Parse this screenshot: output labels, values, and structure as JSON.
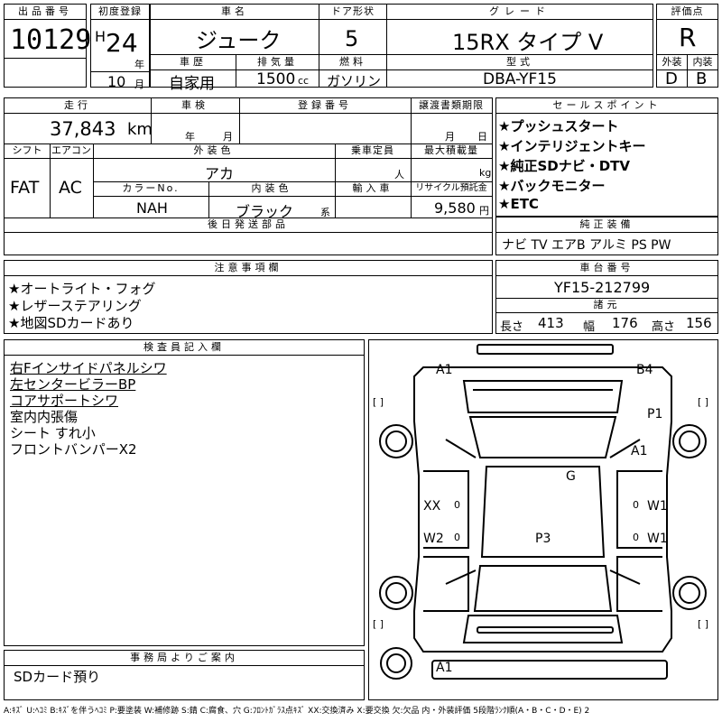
{
  "header": {
    "lot_no_label": "出品番号",
    "lot_no": "10129",
    "first_reg_label": "初度登録",
    "era": "H",
    "year": "24",
    "year_unit": "年",
    "month": "10",
    "month_unit": "月",
    "car_name_label": "車名",
    "car_name": "ジューク",
    "door_label": "ドア形状",
    "doors": "5",
    "grade_label": "グレード",
    "grade": "15RX タイプ V",
    "score_label": "評価点",
    "score": "R",
    "history_label": "車歴",
    "history": "自家用",
    "displacement_label": "排気量",
    "displacement": "1500",
    "displacement_unit": "cc",
    "fuel_label": "燃料",
    "fuel": "ガソリン",
    "model_label": "型式",
    "model": "DBA-YF15",
    "exterior_label": "外装",
    "exterior": "D",
    "interior_label": "内装",
    "interior": "B"
  },
  "second": {
    "mileage_label": "走行",
    "mileage": "37,843",
    "mileage_unit": "km",
    "inspection_label": "車検",
    "inspection_year_unit": "年",
    "inspection_month_unit": "月",
    "reg_no_label": "登録番号",
    "transfer_label": "譲渡書類期限",
    "transfer_month_unit": "月",
    "transfer_day_unit": "日",
    "shift_label": "シフト",
    "shift": "FAT",
    "ac_label": "エアコン",
    "ac": "AC",
    "color_label": "外装色",
    "color": "アカ",
    "capacity_label": "乗車定員",
    "capacity_unit": "人",
    "max_load_label": "最大積載量",
    "max_load_unit": "kg",
    "color_no_label": "カラーNo.",
    "color_no": "NAH",
    "interior_color_label": "内装色",
    "interior_color": "ブラック",
    "interior_color_suffix": "系",
    "import_label": "輸入車",
    "recycle_label": "リサイクル預託金",
    "recycle": "9,580",
    "recycle_unit": "円",
    "later_parts_label": "後日発送部品"
  },
  "sales_points": {
    "label": "セールスポイント",
    "items": [
      "★プッシュスタート",
      "★インテリジェントキー",
      "★純正SDナビ・DTV",
      "★バックモニター",
      "★ETC"
    ]
  },
  "genuine": {
    "label": "純正装備",
    "value": "ナビ TV エアB アルミ PS PW"
  },
  "notes": {
    "label": "注意事項欄",
    "items": [
      "★オートライト・フォグ",
      "★レザーステアリング",
      "★地図SDカードあり"
    ]
  },
  "chassis": {
    "label": "車台番号",
    "value": "YF15-212799"
  },
  "dimensions": {
    "label": "諸元",
    "length_label": "長さ",
    "length": "413",
    "width_label": "幅",
    "width": "176",
    "height_label": "高さ",
    "height": "156"
  },
  "inspector": {
    "label": "検査員記入欄",
    "items": [
      "右Fインサイドパネルシワ",
      "左センタービラーBP",
      "コアサポートシワ",
      "室内内張傷",
      "シート すれ小",
      "フロントバンパーX2"
    ]
  },
  "office": {
    "label": "事務局よりご案内",
    "value": "SDカード預り"
  },
  "diagram": {
    "marks": [
      "A1",
      "B4",
      "P1",
      "A1",
      "G",
      "XX",
      "W1",
      "W2",
      "P3",
      "W1",
      "A1"
    ],
    "zeros": [
      "0",
      "0",
      "0",
      "0"
    ],
    "brackets": [
      "[ ]",
      "[ ]",
      "[ ]",
      "[ ]"
    ]
  },
  "legend": "A:ｷｽﾞ U:ﾍｺﾐ B:ｷｽﾞを伴うﾍｺﾐ P:要塗装 W:補修跡 S:錆 C:腐食、穴 G:ﾌﾛﾝﾄｶﾞﾗｽ点ｷｽﾞ XX:交換済み X:要交換 欠:欠品 内・外装評価 5段階ﾗﾝｸ順(A・B・C・D・E) 2"
}
